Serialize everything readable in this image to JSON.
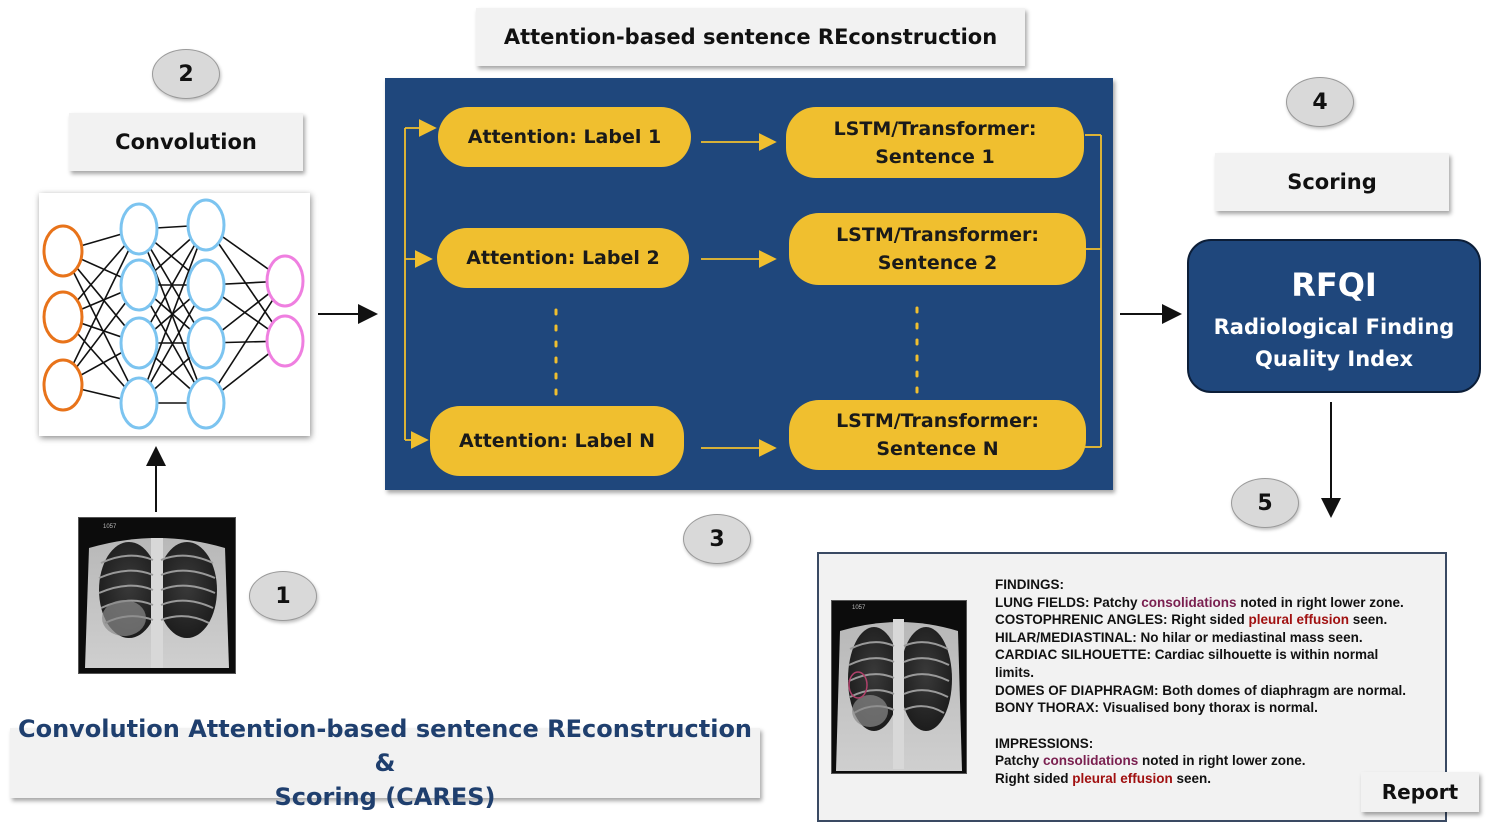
{
  "titles": {
    "asr": "Attention-based sentence REconstruction",
    "convolution": "Convolution",
    "scoring": "Scoring",
    "report": "Report"
  },
  "steps": [
    "1",
    "2",
    "3",
    "4",
    "5"
  ],
  "attention": [
    "Attention: Label 1",
    "Attention: Label 2",
    "Attention: Label N"
  ],
  "lstm": [
    [
      "LSTM/Transformer:",
      "Sentence 1"
    ],
    [
      "LSTM/Transformer:",
      "Sentence 2"
    ],
    [
      "LSTM/Transformer:",
      "Sentence N"
    ]
  ],
  "rfqi": {
    "abbr": "RFQI",
    "line1": "Radiological Finding",
    "line2": "Quality Index"
  },
  "xray_label": "1057",
  "report": {
    "findings_header": "FINDINGS:",
    "lung_a": "LUNG FIELDS: Patchy ",
    "lung_hl": "consolidations",
    "lung_b": " noted in right lower zone.",
    "costo_a": "COSTOPHRENIC ANGLES: Right sided ",
    "costo_hl": "pleural effusion",
    "costo_b": " seen.",
    "hilar": "HILAR/MEDIASTINAL: No hilar or mediastinal mass seen.",
    "cardiac_1": "CARDIAC SILHOUETTE: Cardiac silhouette is within normal",
    "cardiac_2": "limits.",
    "domes": "DOMES OF DIAPHRAGM: Both domes of diaphragm are normal.",
    "bony": "BONY THORAX: Visualised bony thorax is normal.",
    "impressions_header": "IMPRESSIONS:",
    "imp1_a": "Patchy ",
    "imp1_hl": "consolidations",
    "imp1_b": " noted in right lower zone.",
    "imp2_a": "Right sided ",
    "imp2_hl": "pleural effusion",
    "imp2_b": " seen."
  },
  "caption": {
    "line1": "Convolution Attention-based sentence REconstruction &",
    "line2": "Scoring (CARES)"
  },
  "colors": {
    "panel": "#1f477c",
    "pill": "#f0bf2f",
    "input_node": "#e8731a",
    "hidden_node": "#7cc4f0",
    "output_node": "#ef7fe0",
    "highlight_purple": "#7a2050",
    "highlight_red": "#a01010"
  }
}
